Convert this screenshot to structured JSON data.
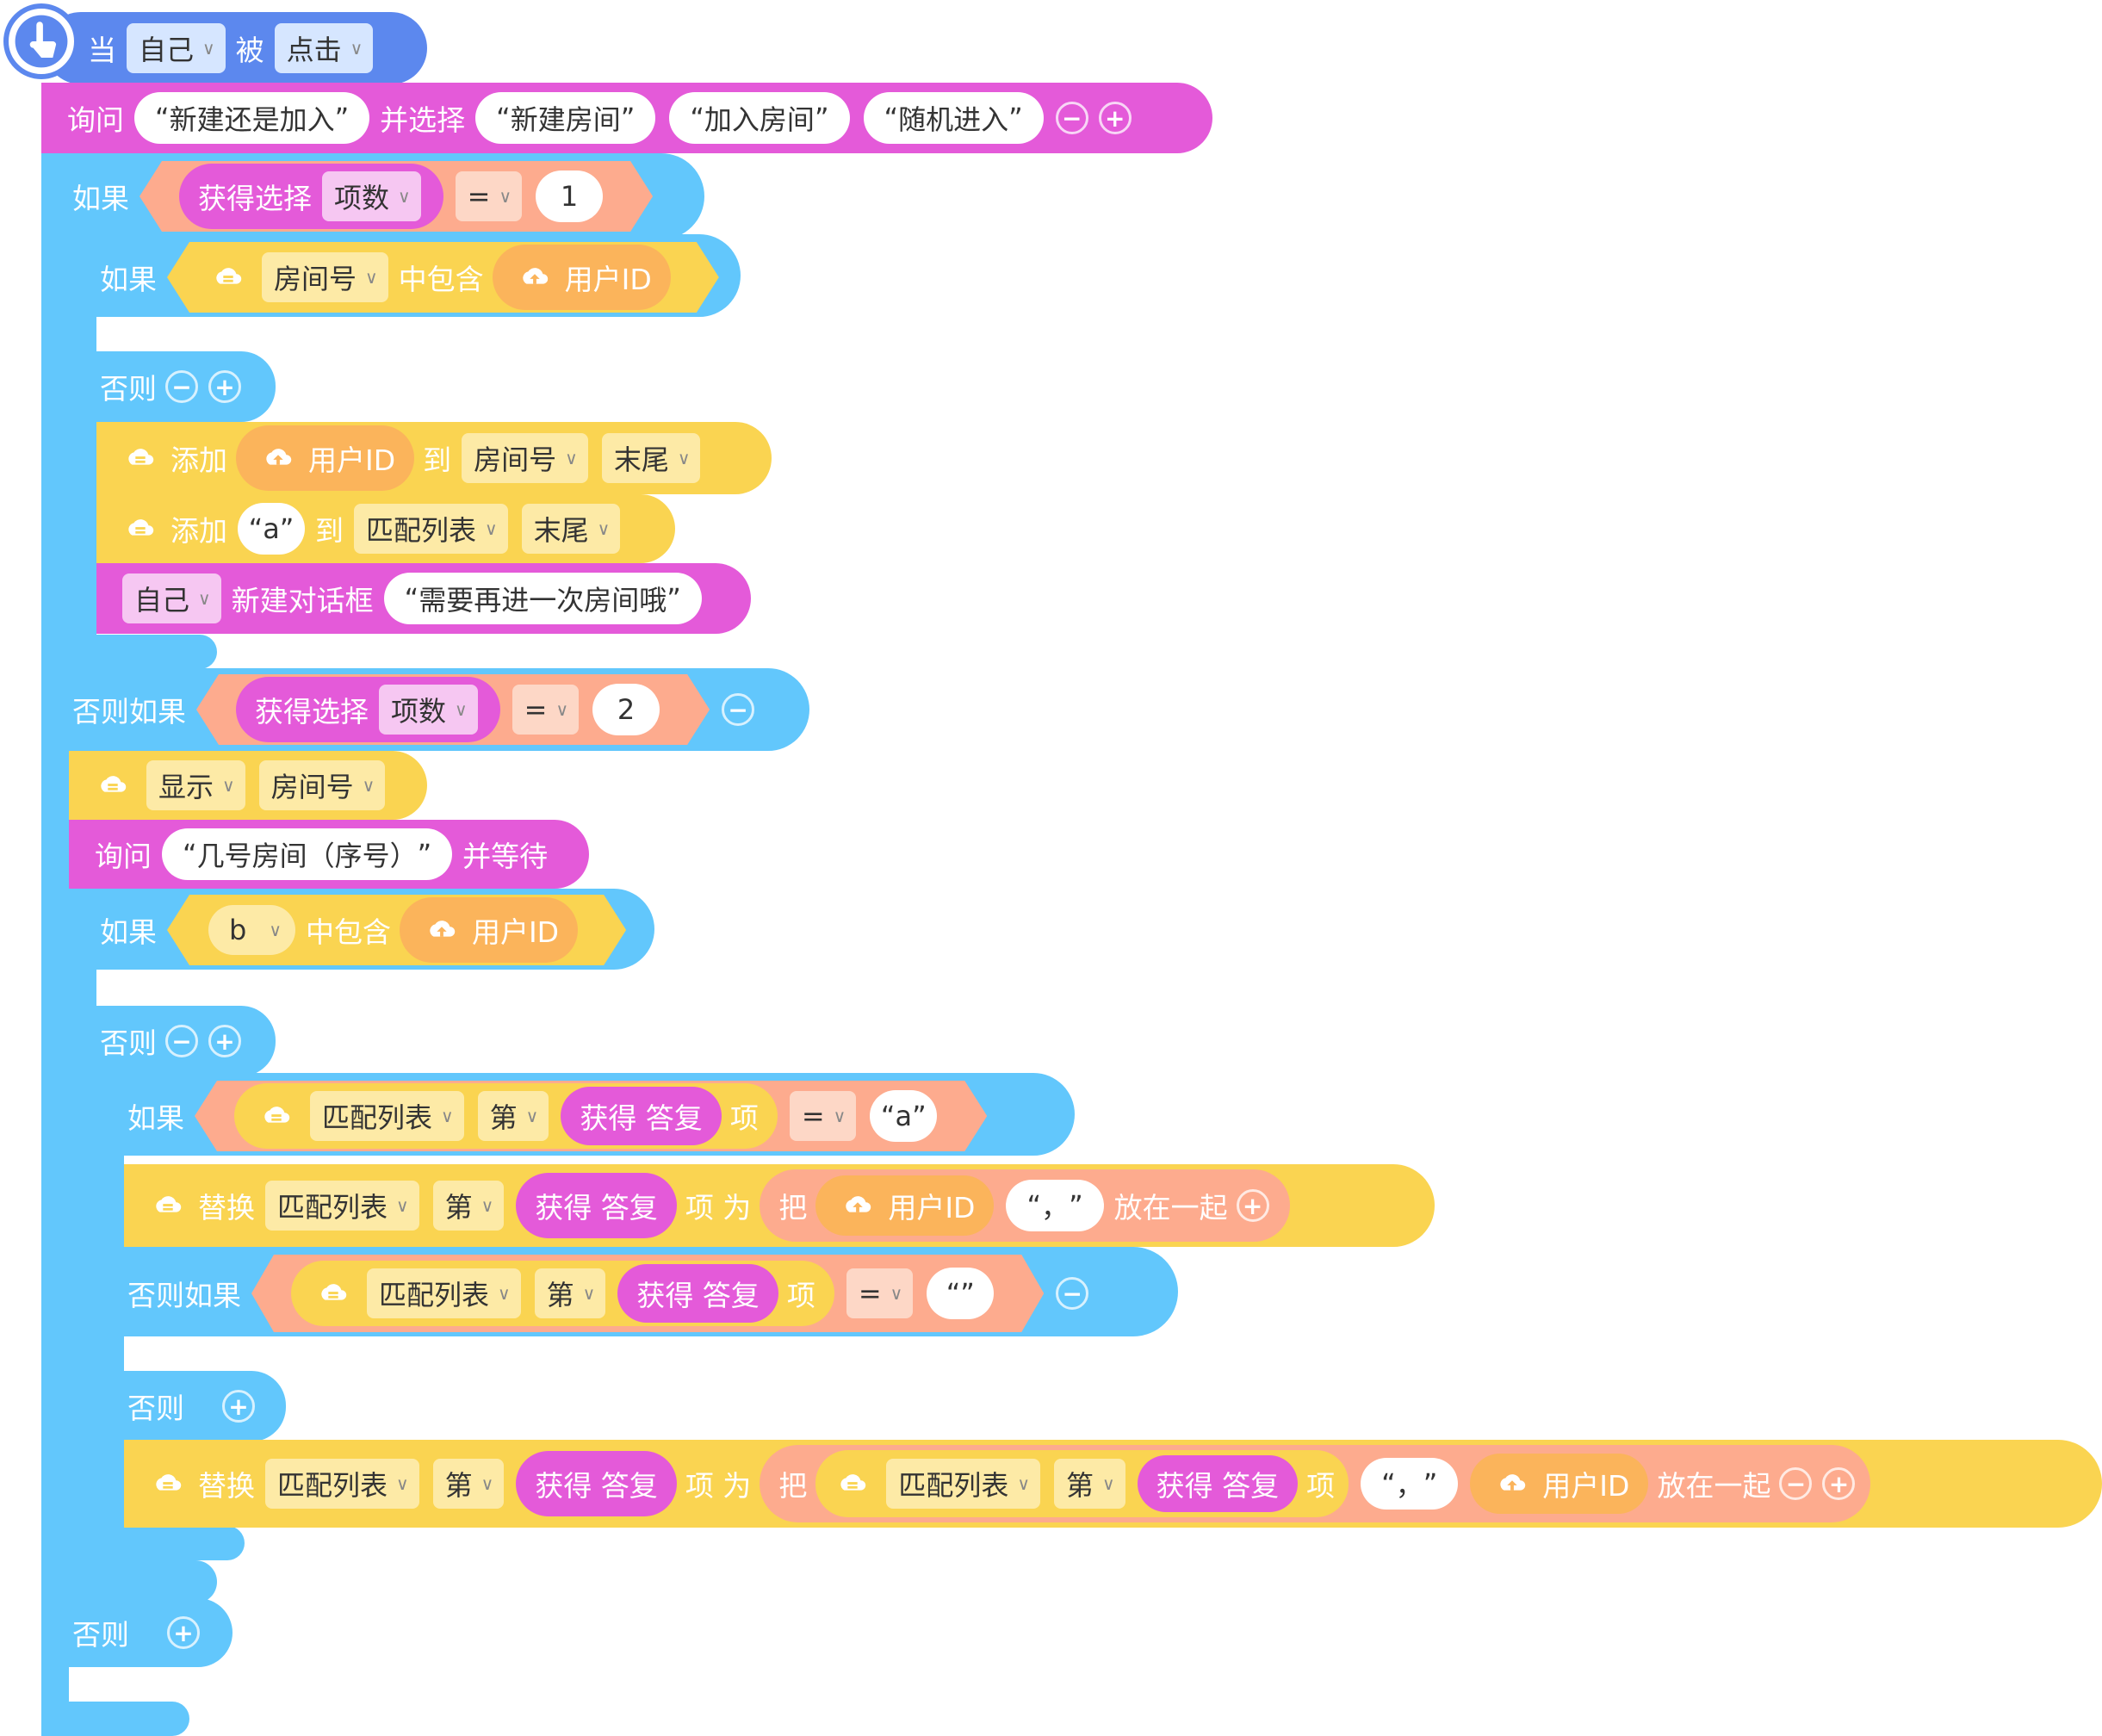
{
  "event": {
    "when": "当",
    "target": "自己",
    "verb": "被",
    "action": "点击"
  },
  "ask": {
    "label": "询问",
    "question": "新建还是加入",
    "choose": "并选择",
    "options": [
      "新建房间",
      "加入房间",
      "随机进入"
    ]
  },
  "if1": {
    "label": "如果",
    "get_choice": "获得选择",
    "choice_mode": "项数",
    "op": "=",
    "value": "1",
    "inner_if": {
      "label": "如果",
      "list": "房间号",
      "contains": "中包含",
      "var": "用户ID"
    },
    "else_label": "否则",
    "add1": {
      "label": "添加",
      "var": "用户ID",
      "to": "到",
      "list": "房间号",
      "pos": "末尾"
    },
    "add2": {
      "label": "添加",
      "value": "a",
      "to": "到",
      "list": "匹配列表",
      "pos": "末尾"
    },
    "dialog": {
      "target": "自己",
      "label": "新建对话框",
      "text": "需要再进一次房间哦"
    }
  },
  "elseif1": {
    "label": "否则如果",
    "get_choice": "获得选择",
    "choice_mode": "项数",
    "op": "=",
    "value": "2",
    "show": {
      "action": "显示",
      "list": "房间号"
    },
    "ask2": {
      "label": "询问",
      "question": "几号房间（序号）",
      "wait": "并等待"
    },
    "if_b": {
      "label": "如果",
      "var_b": "b",
      "contains": "中包含",
      "var": "用户ID"
    },
    "else_label": "否则",
    "if_match": {
      "label": "如果",
      "list": "匹配列表",
      "nth": "第",
      "get_answer": "获得 答复",
      "item": "项",
      "op": "=",
      "value": "a"
    },
    "replace1": {
      "label": "替换",
      "list": "匹配列表",
      "nth": "第",
      "get_answer": "获得 答复",
      "item_as": "项 为",
      "join": "把",
      "var": "用户ID",
      "sep": "，",
      "together": "放在一起"
    },
    "elseif_match": {
      "label": "否则如果",
      "list": "匹配列表",
      "nth": "第",
      "get_answer": "获得 答复",
      "item": "项",
      "op": "=",
      "value": ""
    },
    "else2_label": "否则",
    "replace2": {
      "label": "替换",
      "list": "匹配列表",
      "nth": "第",
      "get_answer": "获得 答复",
      "item_as": "项 为",
      "join": "把",
      "inner_list": "匹配列表",
      "inner_nth": "第",
      "inner_get_answer": "获得 答复",
      "inner_item": "项",
      "sep": "，",
      "var": "用户ID",
      "together": "放在一起"
    }
  },
  "else_final": {
    "label": "否则"
  },
  "colors": {
    "event": "#5c88ee",
    "looks": "#e45ad9",
    "control": "#62c7fc",
    "cloud": "#fad451",
    "operator": "#fdab8e",
    "var": "#fbb45b"
  },
  "icons": {
    "event": "hand-pointer-icon",
    "cloud": "cloud-list-icon",
    "cloud_var": "cloud-upload-icon",
    "minus": "minus-icon",
    "plus": "plus-icon"
  }
}
